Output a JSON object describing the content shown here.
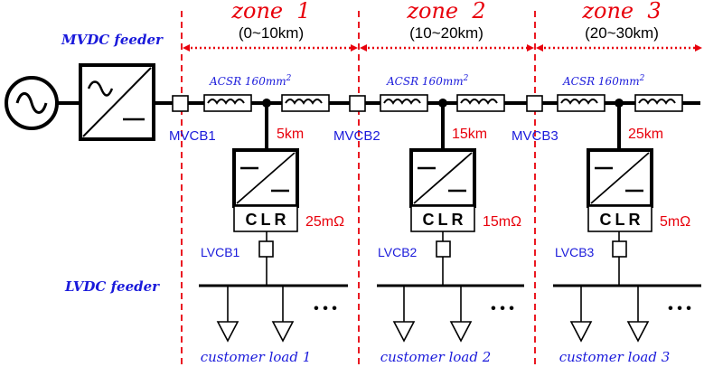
{
  "zones": [
    {
      "title": "zone  1",
      "range": "(0~10km)"
    },
    {
      "title": "zone  2",
      "range": "(10~20km)"
    },
    {
      "title": "zone  3",
      "range": "(20~30km)"
    }
  ],
  "mvdc_feeder_label": "MVDC feeder",
  "lvdc_feeder_label": "LVDC feeder",
  "line_segments": [
    {
      "conductor": "ACSR 160",
      "unit": "mm",
      "exp": "2"
    },
    {
      "conductor": "ACSR 160",
      "unit": "mm",
      "exp": "2"
    },
    {
      "conductor": "ACSR 160",
      "unit": "mm",
      "exp": "2"
    }
  ],
  "mv_breakers": [
    "MVCB1",
    "MVCB2",
    "MVCB3"
  ],
  "tap_distances": [
    "5km",
    "15km",
    "25km"
  ],
  "clr_label": "CLR",
  "clr_values": [
    "25mΩ",
    "15mΩ",
    "5mΩ"
  ],
  "lv_breakers": [
    "LVCB1",
    "LVCB2",
    "LVCB3"
  ],
  "ellipsis": "• • •",
  "customer_loads": [
    "customer load 1",
    "customer load 2",
    "customer load 3"
  ],
  "colors": {
    "zone_divider": "#e8000b",
    "labels_blue": "#1a1adb",
    "values_red": "#e8000b"
  },
  "icons": [
    "ac-source-icon",
    "ac-dc-converter-icon",
    "dc-dc-converter-icon",
    "inductor-icon",
    "load-triangle-icon"
  ]
}
